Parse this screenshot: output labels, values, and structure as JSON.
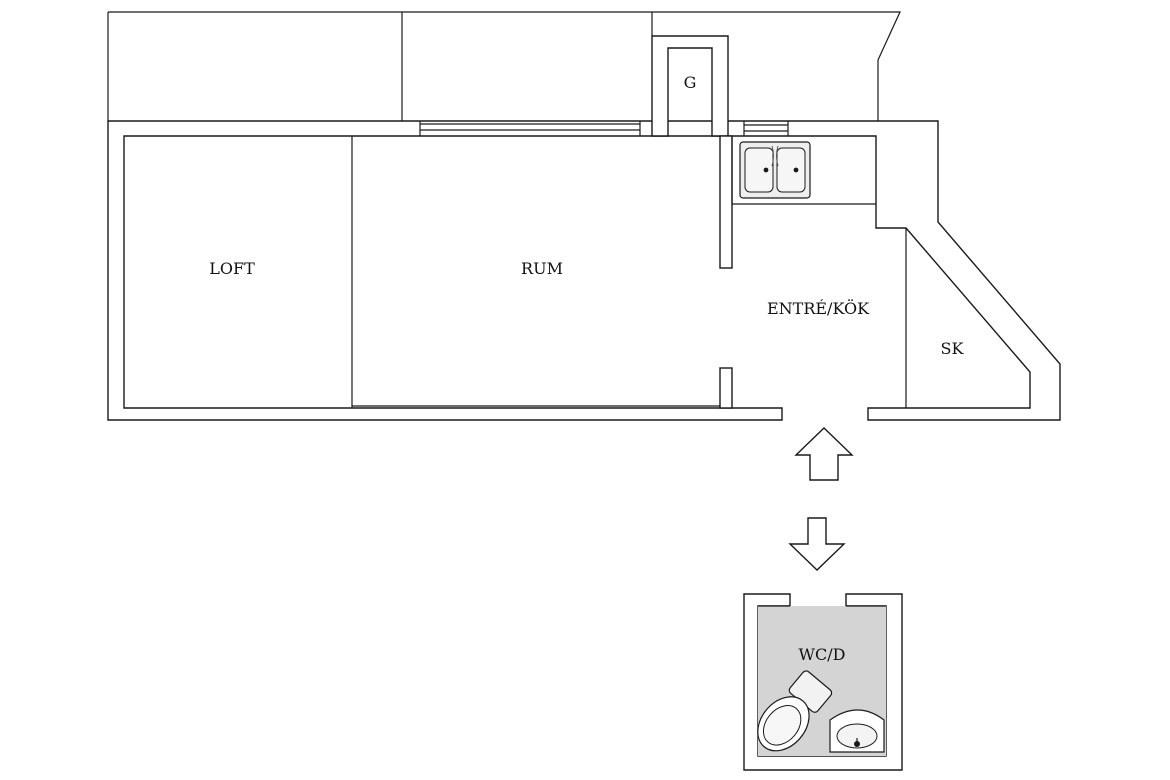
{
  "rooms": {
    "loft": "LOFT",
    "rum": "RUM",
    "g": "G",
    "entre_kok": "ENTRÉ/KÖK",
    "sk": "SK",
    "wc_d": "WC/D"
  },
  "colors": {
    "wall_line": "#1a1a1a",
    "wet_room_floor": "#d4d4d4",
    "background": "#ffffff"
  },
  "icons": {
    "entry_arrow": "arrow-up-icon",
    "to_wc_arrow": "arrow-down-icon"
  }
}
